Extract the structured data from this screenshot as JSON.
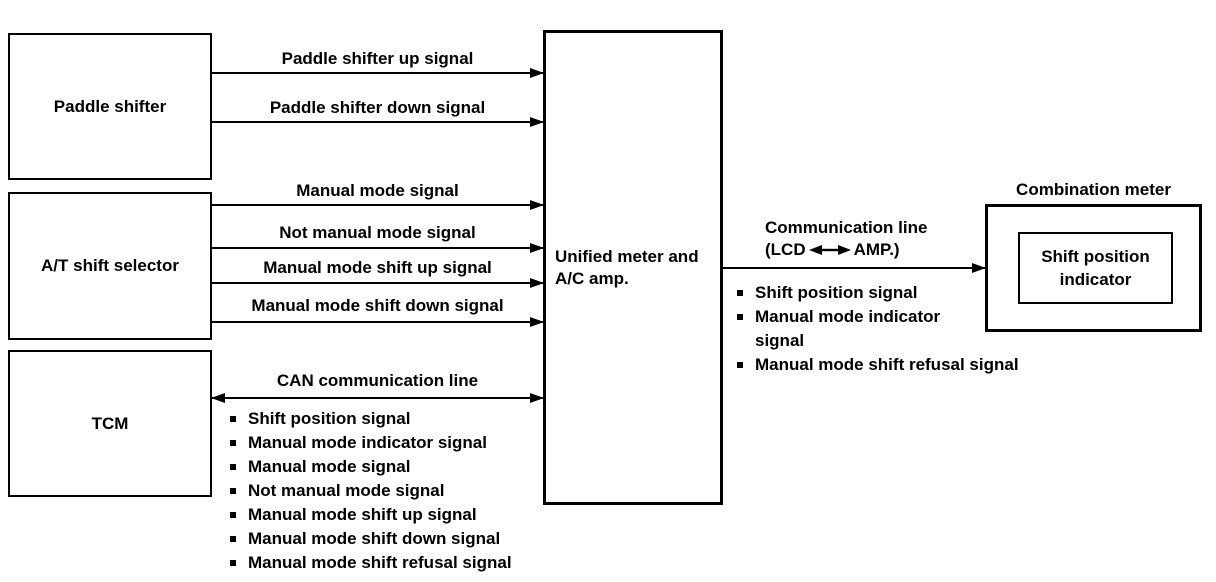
{
  "diagram": {
    "boxes": {
      "paddle_shifter": "Paddle shifter",
      "at_shift_selector": "A/T shift selector",
      "tcm": "TCM",
      "unified_meter": "Unified meter and A/C amp.",
      "combination_meter": "Combination meter",
      "shift_position_indicator": "Shift position indicator"
    },
    "arrows": {
      "paddle_up": "Paddle shifter up signal",
      "paddle_down": "Paddle shifter down signal",
      "manual_mode": "Manual mode signal",
      "not_manual_mode": "Not manual mode signal",
      "manual_shift_up": "Manual mode shift up signal",
      "manual_shift_down": "Manual mode shift down signal",
      "can_line": "CAN communication line"
    },
    "can_bullets": [
      "Shift position signal",
      "Manual mode indicator signal",
      "Manual mode signal",
      "Not manual mode signal",
      "Manual mode shift up signal",
      "Manual mode shift down signal",
      "Manual mode shift refusal signal"
    ],
    "comm": {
      "label": "Communication line",
      "sub_open": "(LCD",
      "sub_close": "AMP.)",
      "bullets": [
        "Shift position signal",
        "Manual mode indicator signal",
        "Manual mode shift refusal signal"
      ]
    },
    "colors": {
      "ink": "#000000",
      "paper": "#ffffff"
    }
  }
}
